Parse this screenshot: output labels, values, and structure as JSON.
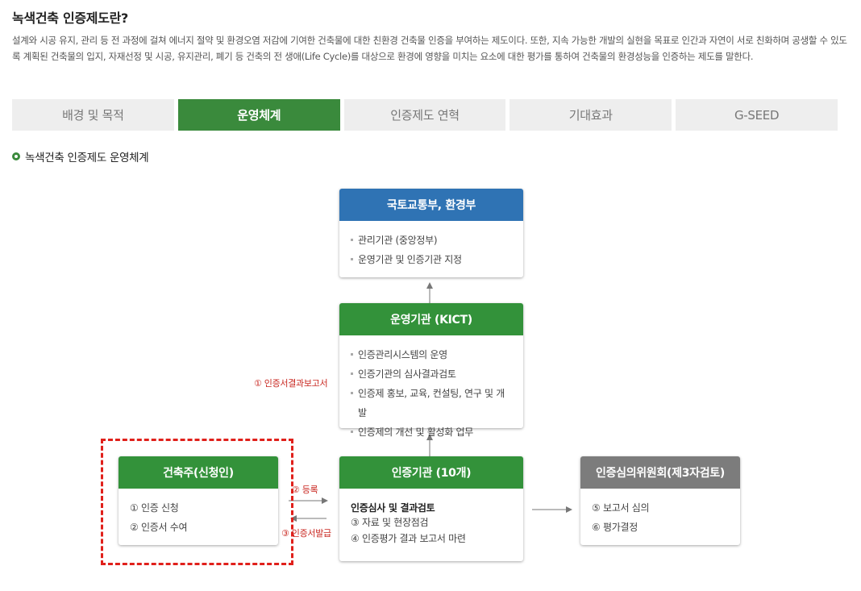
{
  "header": {
    "title": "녹색건축 인증제도란?",
    "description": "설계와 시공 유지, 관리 등 전 과정에 걸쳐 에너지 절약 및 환경오염 저감에 기여한 건축물에 대한 친환경 건축물 인증을 부여하는 제도이다. 또한, 지속 가능한 개발의 실현을 목표로 인간과 자연이 서로 친화하며 공생할 수 있도록 계획된 건축물의 입지, 자재선정 및 시공, 유지관리, 폐기 등 건축의 전 생애(Life Cycle)를 대상으로 환경에 영향을 미치는 요소에 대한 평가를 통하여 건축물의 환경성능을 인증하는 제도를 말한다."
  },
  "tabs": [
    {
      "label": "배경 및 목적",
      "active": false
    },
    {
      "label": "운영체계",
      "active": true
    },
    {
      "label": "인증제도 연혁",
      "active": false
    },
    {
      "label": "기대효과",
      "active": false
    },
    {
      "label": "G-SEED",
      "active": false
    }
  ],
  "section": {
    "title": "녹색건축 인증제도 운영체계"
  },
  "diagram": {
    "ministry": {
      "title": "국토교통부, 환경부",
      "items": [
        "관리기관 (중앙정부)",
        "운영기관 및 인증기관 지정"
      ]
    },
    "kict": {
      "title": "운영기관 (KICT)",
      "items": [
        "인증관리시스템의 운영",
        "인증기관의 심사결과검토",
        "인증제 홍보, 교육, 컨설팅, 연구 및 개발",
        "인증제의 개선 및 활성화 업무"
      ]
    },
    "cert": {
      "title": "인증기관 (10개)",
      "subtitle": "인증심사 및 결과검토",
      "items": [
        "③ 자료 및 현장점검",
        "④ 인증평가 결과 보고서 마련"
      ]
    },
    "owner": {
      "title": "건축주(신청인)",
      "items": [
        "① 인증 신청",
        "② 인증서 수여"
      ]
    },
    "committee": {
      "title": "인증심의위원회(제3자검토)",
      "items": [
        "⑤ 보고서 심의",
        "⑥ 평가결정"
      ]
    },
    "labels": {
      "report": "① 인증서결과보고서",
      "register": "② 등록",
      "issue": "③ 인증서발급"
    }
  },
  "colors": {
    "accent_green": "#3a8a3c",
    "header_blue": "#2f73b4",
    "header_gray": "#7c7c7c",
    "highlight_red": "#e0201b"
  }
}
